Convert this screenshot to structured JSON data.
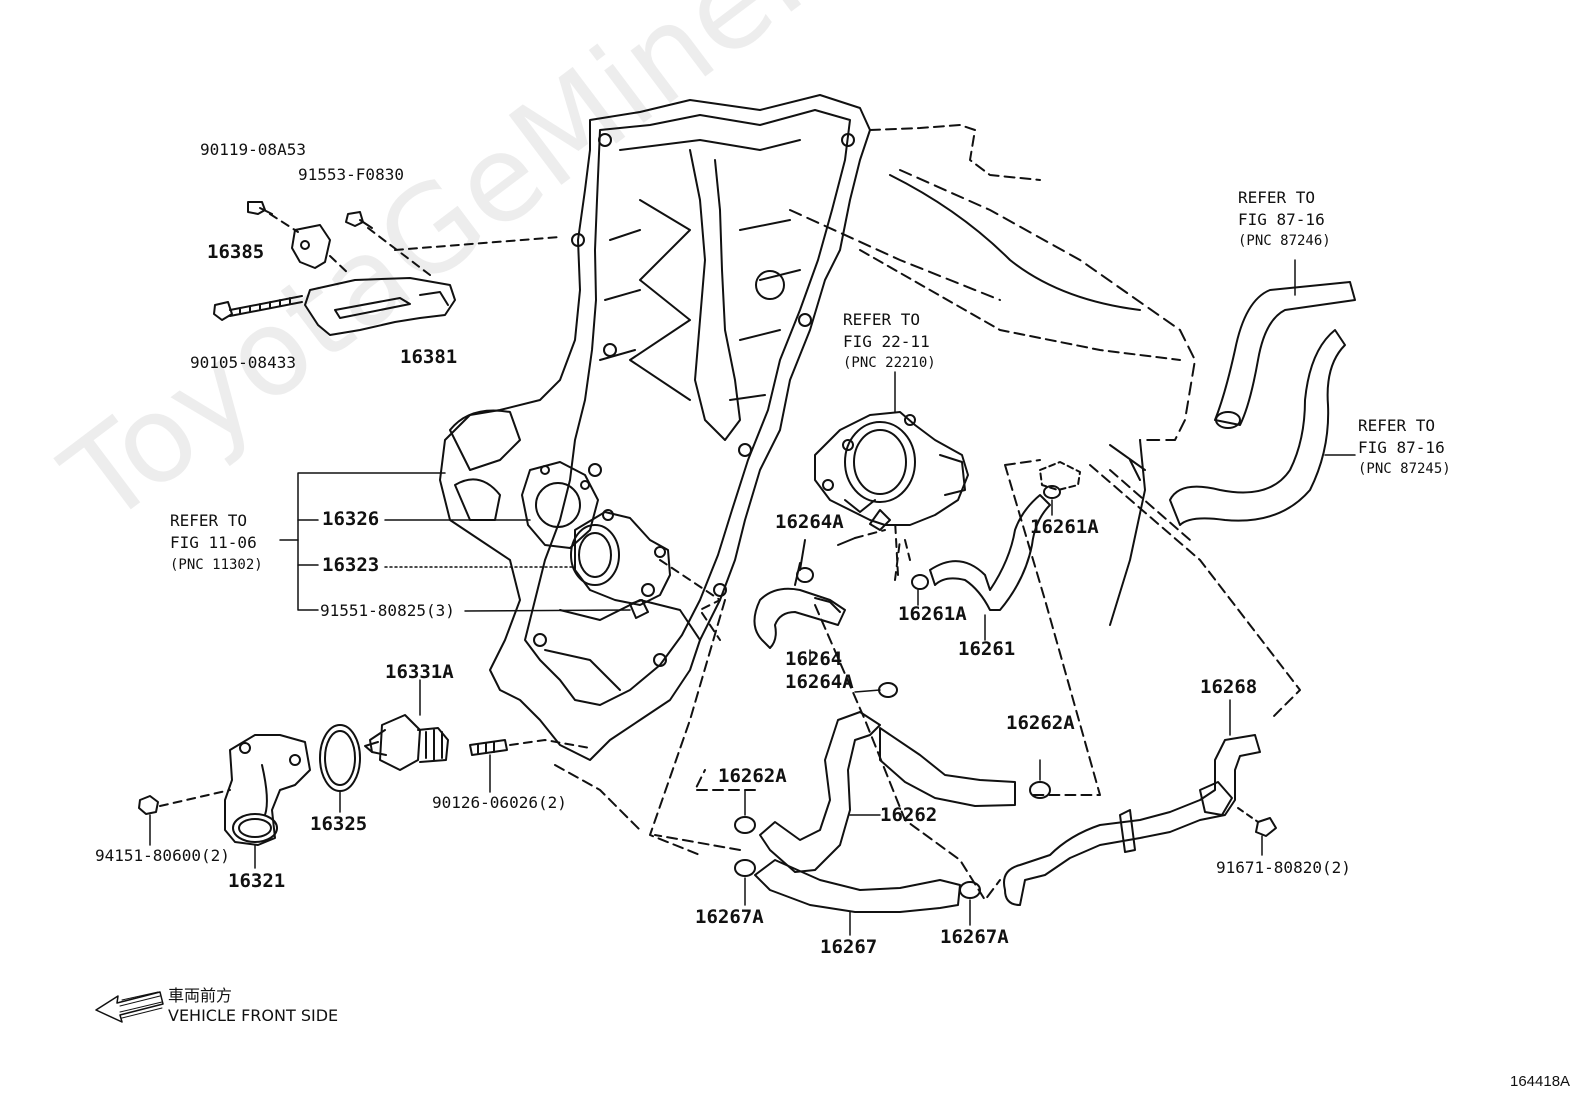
{
  "watermark": "ToyotaGeMine.ru",
  "labels": {
    "p90119": "90119-08A53",
    "p91553": "91553-F0830",
    "p16385": "16385",
    "p90105": "90105-08433",
    "p16381": "16381",
    "refer_11_line1": "REFER TO",
    "refer_11_line2": "FIG 11-06",
    "refer_11_line3": "(PNC 11302)",
    "p16326": "16326",
    "p16323": "16323",
    "p91551": "91551-80825(3)",
    "p16331A": "16331A",
    "p16325": "16325",
    "p90126": "90126-06026(2)",
    "p94151": "94151-80600(2)",
    "p16321": "16321",
    "refer_22_line1": "REFER TO",
    "refer_22_line2": "FIG 22-11",
    "refer_22_line3": "(PNC 22210)",
    "p16264A_top": "16264A",
    "p16264": "16264",
    "p16264A_bottom": "16264A",
    "p16261A_right": "16261A",
    "p16261A_left": "16261A",
    "p16261": "16261",
    "refer_87a_line1": "REFER TO",
    "refer_87a_line2": "FIG 87-16",
    "refer_87a_line3": "(PNC 87246)",
    "refer_87b_line1": "REFER TO",
    "refer_87b_line2": "FIG 87-16",
    "refer_87b_line3": "(PNC 87245)",
    "p16268": "16268",
    "p16262A_right": "16262A",
    "p16262A_left": "16262A",
    "p16262": "16262",
    "p91671": "91671-80820(2)",
    "p16267A_left": "16267A",
    "p16267": "16267",
    "p16267A_right": "16267A"
  },
  "front_indicator": {
    "japanese": "車両前方",
    "english": "VEHICLE FRONT SIDE",
    "icon": "arrow-left-icon"
  },
  "figure_code": "164418A"
}
